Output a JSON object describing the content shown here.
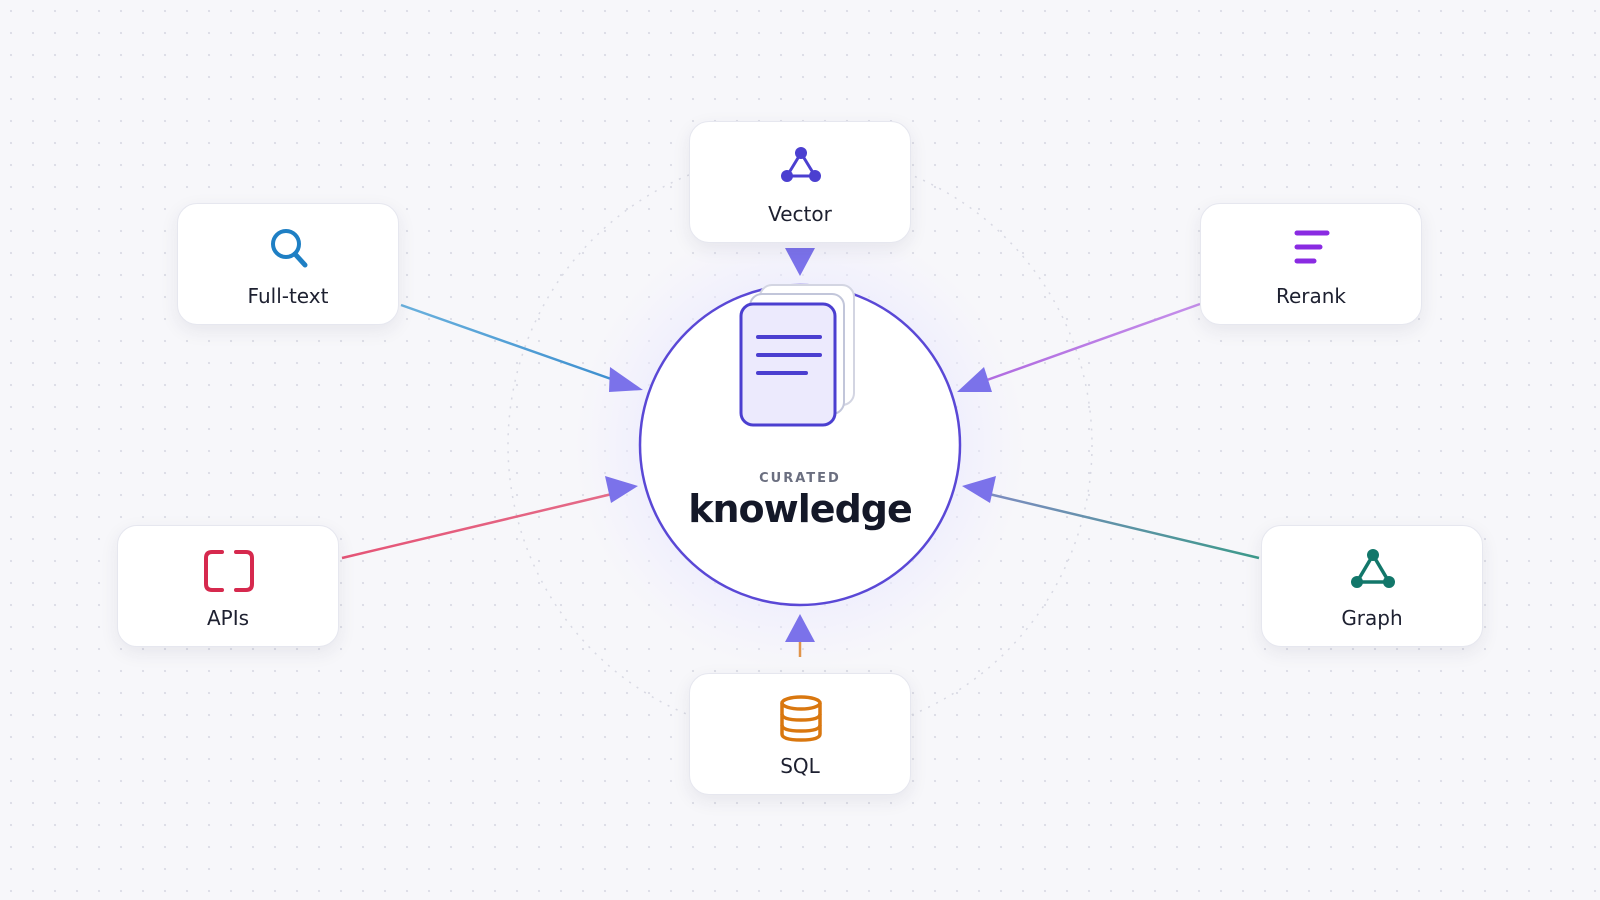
{
  "hub": {
    "eyebrow": "CURATED",
    "title": "knowledge"
  },
  "sources": [
    {
      "label": "Vector",
      "icon": "vector-triangle-icon",
      "color": "#4b3fd0"
    },
    {
      "label": "Full-text",
      "icon": "magnifier-icon",
      "color": "#1e7fc4"
    },
    {
      "label": "Rerank",
      "icon": "rerank-bars-icon",
      "color": "#8a2be2"
    },
    {
      "label": "APIs",
      "icon": "brackets-icon",
      "color": "#d6294e"
    },
    {
      "label": "Graph",
      "icon": "graph-triangle-icon",
      "color": "#12776a"
    },
    {
      "label": "SQL",
      "icon": "database-icon",
      "color": "#d9770f"
    }
  ],
  "colors": {
    "hub_ring": "#5a48d6",
    "arrowhead": "#7b72ea",
    "document": "#4b3fd0"
  }
}
